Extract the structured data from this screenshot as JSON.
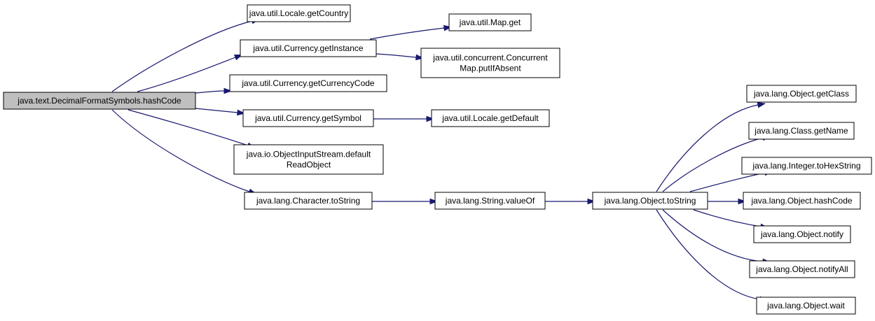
{
  "colors": {
    "edge": "#191970",
    "node_fill": "#ffffff",
    "root_fill": "#bfbfbf",
    "border": "#000000",
    "text": "#000000"
  },
  "nodes": [
    {
      "id": "root",
      "lines": [
        "java.text.DecimalFormatSymbols.hashCode"
      ],
      "root": true
    },
    {
      "id": "localeGetCountry",
      "lines": [
        "java.util.Locale.getCountry"
      ]
    },
    {
      "id": "currencyGetInstance",
      "lines": [
        "java.util.Currency.getInstance"
      ]
    },
    {
      "id": "currencyGetCurrencyCode",
      "lines": [
        "java.util.Currency.getCurrencyCode"
      ]
    },
    {
      "id": "currencyGetSymbol",
      "lines": [
        "java.util.Currency.getSymbol"
      ]
    },
    {
      "id": "objectInputStreamDefaultReadObject",
      "lines": [
        "java.io.ObjectInputStream.default",
        "ReadObject"
      ]
    },
    {
      "id": "characterToString",
      "lines": [
        "java.lang.Character.toString"
      ]
    },
    {
      "id": "mapGet",
      "lines": [
        "java.util.Map.get"
      ]
    },
    {
      "id": "concurrentMapPutIfAbsent",
      "lines": [
        "java.util.concurrent.Concurrent",
        "Map.putIfAbsent"
      ]
    },
    {
      "id": "localeGetDefault",
      "lines": [
        "java.util.Locale.getDefault"
      ]
    },
    {
      "id": "stringValueOf",
      "lines": [
        "java.lang.String.valueOf"
      ]
    },
    {
      "id": "objectToString",
      "lines": [
        "java.lang.Object.toString"
      ]
    },
    {
      "id": "objectGetClass",
      "lines": [
        "java.lang.Object.getClass"
      ]
    },
    {
      "id": "classGetName",
      "lines": [
        "java.lang.Class.getName"
      ]
    },
    {
      "id": "integerToHexString",
      "lines": [
        "java.lang.Integer.toHexString"
      ]
    },
    {
      "id": "objectHashCode",
      "lines": [
        "java.lang.Object.hashCode"
      ]
    },
    {
      "id": "objectNotify",
      "lines": [
        "java.lang.Object.notify"
      ]
    },
    {
      "id": "objectNotifyAll",
      "lines": [
        "java.lang.Object.notifyAll"
      ]
    },
    {
      "id": "objectWait",
      "lines": [
        "java.lang.Object.wait"
      ]
    }
  ],
  "edges": [
    [
      "root",
      "localeGetCountry"
    ],
    [
      "root",
      "currencyGetInstance"
    ],
    [
      "root",
      "currencyGetCurrencyCode"
    ],
    [
      "root",
      "currencyGetSymbol"
    ],
    [
      "root",
      "objectInputStreamDefaultReadObject"
    ],
    [
      "root",
      "characterToString"
    ],
    [
      "currencyGetInstance",
      "mapGet"
    ],
    [
      "currencyGetInstance",
      "concurrentMapPutIfAbsent"
    ],
    [
      "currencyGetSymbol",
      "localeGetDefault"
    ],
    [
      "characterToString",
      "stringValueOf"
    ],
    [
      "stringValueOf",
      "objectToString"
    ],
    [
      "objectToString",
      "objectGetClass"
    ],
    [
      "objectToString",
      "classGetName"
    ],
    [
      "objectToString",
      "integerToHexString"
    ],
    [
      "objectToString",
      "objectHashCode"
    ],
    [
      "objectToString",
      "objectNotify"
    ],
    [
      "objectToString",
      "objectNotifyAll"
    ],
    [
      "objectToString",
      "objectWait"
    ]
  ]
}
